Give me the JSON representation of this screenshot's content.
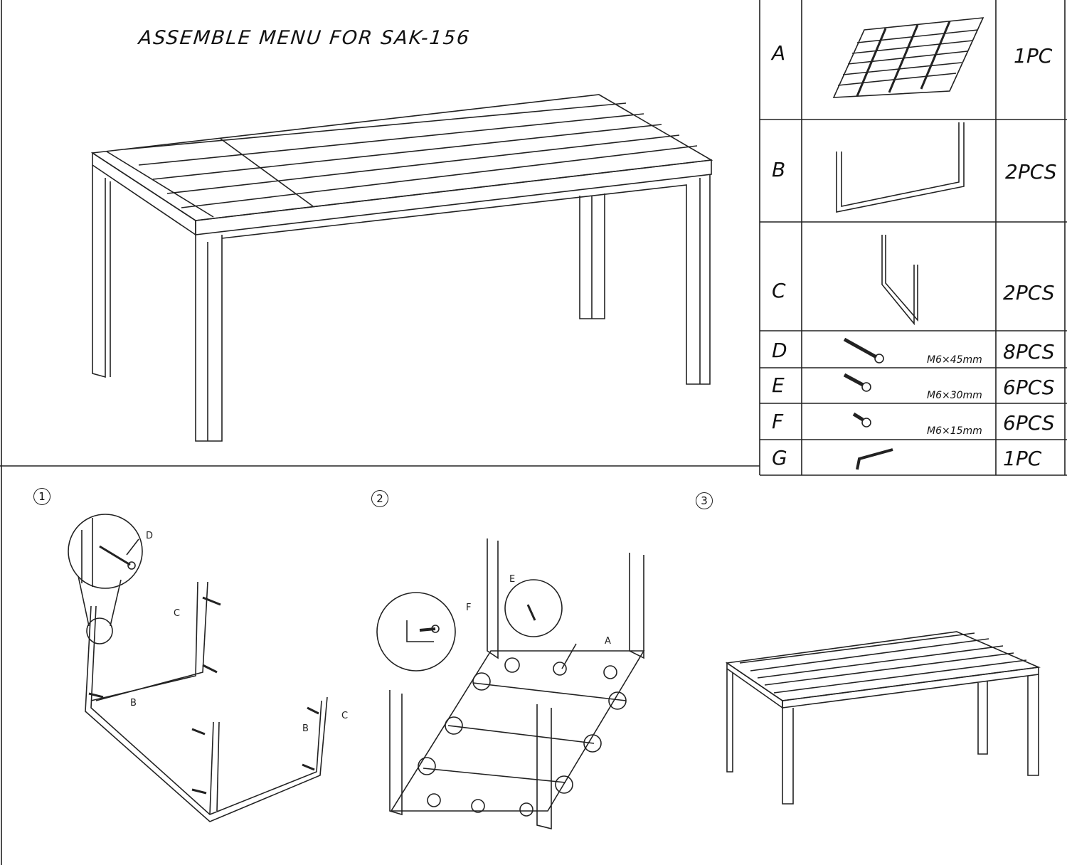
{
  "title": "ASSEMBLE MENU FOR SAK-156",
  "parts": [
    {
      "letter": "A",
      "qty": "1PC",
      "spec": null
    },
    {
      "letter": "B",
      "qty": "2PCS",
      "spec": null
    },
    {
      "letter": "C",
      "qty": "2PCS",
      "spec": null
    },
    {
      "letter": "D",
      "qty": "8PCS",
      "spec": "M6×45mm"
    },
    {
      "letter": "E",
      "qty": "6PCS",
      "spec": "M6×30mm"
    },
    {
      "letter": "F",
      "qty": "6PCS",
      "spec": "M6×15mm"
    },
    {
      "letter": "G",
      "qty": "1PC",
      "spec": null
    }
  ],
  "steps": [
    {
      "number": "1",
      "labels": {
        "d": "D",
        "c1": "C",
        "c2": "C",
        "b1": "B",
        "b2": "B"
      }
    },
    {
      "number": "2",
      "labels": {
        "e": "E",
        "f": "F",
        "a": "A"
      }
    },
    {
      "number": "3"
    }
  ]
}
